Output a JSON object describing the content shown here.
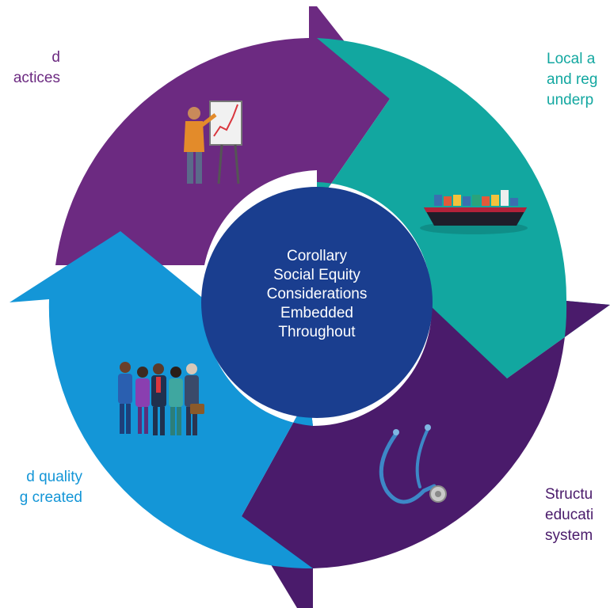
{
  "diagram": {
    "center_lines": [
      "Corollary",
      "Social Equity",
      "Considerations",
      "Embedded",
      "Throughout"
    ],
    "labels": {
      "top_left": [
        "d",
        "actices"
      ],
      "top_right": [
        "Local a",
        "and reg",
        "underp"
      ],
      "bottom_left": [
        "d quality",
        "g created"
      ],
      "bottom_right": [
        "Structu",
        "educati",
        "system"
      ]
    },
    "colors": {
      "purple": "#6c2a81",
      "teal": "#12a7a0",
      "dark_purple": "#4a1b6b",
      "blue": "#1496d7",
      "center_navy": "#1a3e8f"
    },
    "icons": {
      "top": "presenter-chart-icon",
      "right": "cargo-ship-icon",
      "bottom": "stethoscope-icon",
      "left": "people-group-icon"
    }
  }
}
